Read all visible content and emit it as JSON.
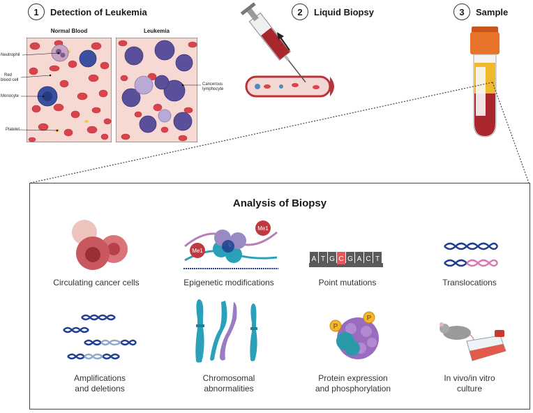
{
  "steps": [
    {
      "number": "1",
      "title": "Detection of Leukemia"
    },
    {
      "number": "2",
      "title": "Liquid Biopsy"
    },
    {
      "number": "3",
      "title": "Sample"
    }
  ],
  "blood_panels": {
    "normal_label": "Normal Blood",
    "leukemia_label": "Leukemia"
  },
  "callouts": {
    "neutrophil": "Neutrophil",
    "red_blood_cell_1": "Red",
    "red_blood_cell_2": "blood cell",
    "monocyte": "Monocyte",
    "platelet": "Platelet",
    "cancerous_1": "Cancerous",
    "cancerous_2": "lymphocyte"
  },
  "analysis": {
    "title": "Analysis of Biopsy",
    "me1_label": "Me1",
    "p_label": "P",
    "bases": [
      "A",
      "T",
      "G",
      "C",
      "G",
      "A",
      "C",
      "T"
    ],
    "items": [
      {
        "line1": "Circulating cancer cells",
        "line2": ""
      },
      {
        "line1": "Epigenetic modifications",
        "line2": ""
      },
      {
        "line1": "Point mutations",
        "line2": ""
      },
      {
        "line1": "Translocations",
        "line2": ""
      },
      {
        "line1": "Amplifications",
        "line2": "and deletions"
      },
      {
        "line1": "Chromosomal",
        "line2": "abnormalities"
      },
      {
        "line1": "Protein expression",
        "line2": "and phosphorylation"
      },
      {
        "line1": "In vivo/in vitro",
        "line2": "culture"
      }
    ]
  },
  "colors": {
    "rbc": "#d9434b",
    "plasma": "#f7d9d4",
    "monocyte": "#3a4fa0",
    "leukemic_cell": "#5a4f9a",
    "dna_blue": "#1f3f8f",
    "dna_pink": "#d77bb0",
    "chromosome": "#2aa1b8",
    "chromosome_purple": "#9a7cc0",
    "tube_cap": "#e8742a",
    "plasma_layer": "#f0b82a",
    "blood_layer": "#a8262c",
    "mutation_highlight": "#e0575e"
  }
}
